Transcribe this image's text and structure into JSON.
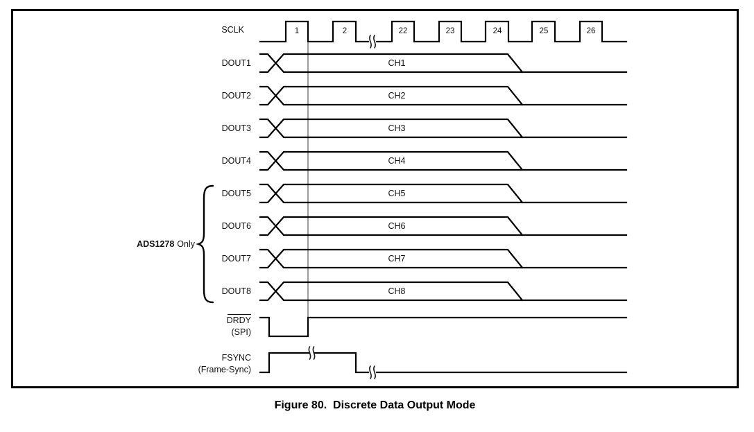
{
  "figure": {
    "caption": "Figure 80.  Discrete Data Output Mode"
  },
  "colors": {
    "line": "#000000",
    "text": "#111111",
    "background": "#ffffff"
  },
  "signals": {
    "sclk": {
      "label": "SCLK",
      "pulse_numbers": [
        "1",
        "2",
        "22",
        "23",
        "24",
        "25",
        "26"
      ]
    },
    "douts": [
      {
        "label": "DOUT1",
        "channel": "CH1"
      },
      {
        "label": "DOUT2",
        "channel": "CH2"
      },
      {
        "label": "DOUT3",
        "channel": "CH3"
      },
      {
        "label": "DOUT4",
        "channel": "CH4"
      },
      {
        "label": "DOUT5",
        "channel": "CH5"
      },
      {
        "label": "DOUT6",
        "channel": "CH6"
      },
      {
        "label": "DOUT7",
        "channel": "CH7"
      },
      {
        "label": "DOUT8",
        "channel": "CH8"
      }
    ],
    "group": {
      "bold_label": "ADS1278",
      "suffix_label": "Only"
    },
    "drdy": {
      "label": "DRDY",
      "sublabel": "(SPI)"
    },
    "fsync": {
      "label": "FSYNC",
      "sublabel": "(Frame-Sync)"
    }
  }
}
